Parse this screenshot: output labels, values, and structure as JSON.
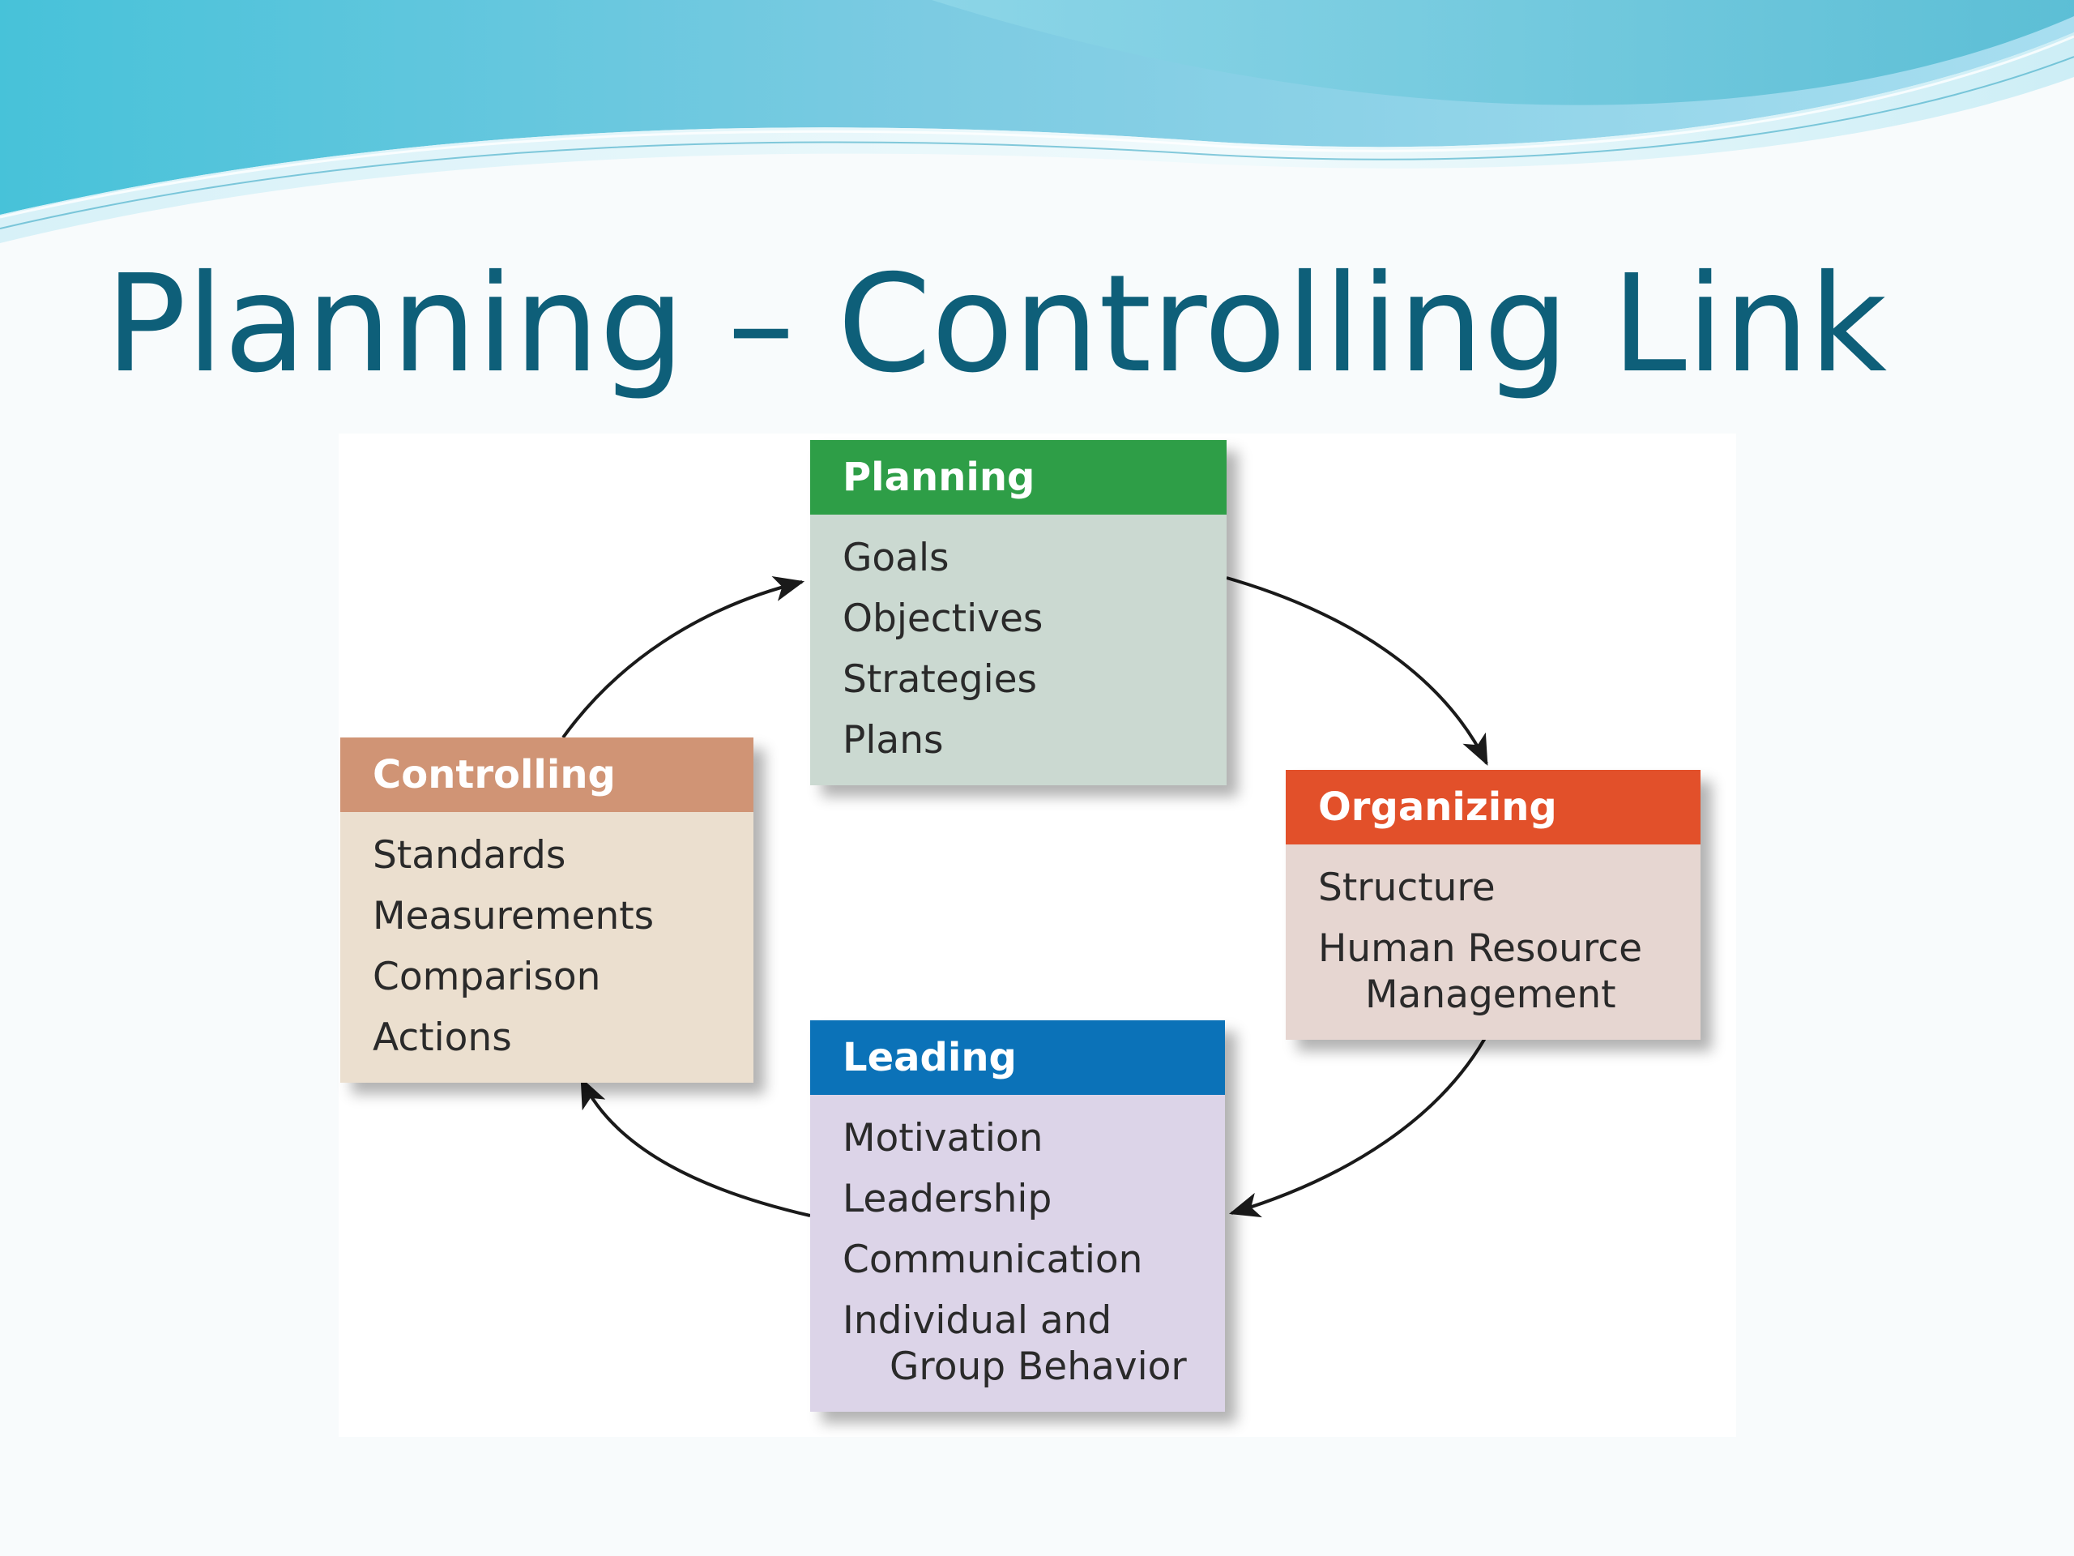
{
  "slide": {
    "title": "Planning – Controlling Link"
  },
  "diagram": {
    "planning": {
      "title": "Planning",
      "items": [
        "Goals",
        "Objectives",
        "Strategies",
        "Plans"
      ],
      "header_color": "#2e9e47",
      "body_color": "#cbd9d1"
    },
    "organizing": {
      "title": "Organizing",
      "items": [
        "Structure",
        "Human Resource",
        "Management"
      ],
      "header_color": "#e2502a",
      "body_color": "#e6d6d1"
    },
    "leading": {
      "title": "Leading",
      "items": [
        "Motivation",
        "Leadership",
        "Communication",
        "Individual and",
        "Group Behavior"
      ],
      "header_color": "#0b72b8",
      "body_color": "#dcd4e8"
    },
    "controlling": {
      "title": "Controlling",
      "items": [
        "Standards",
        "Measurements",
        "Comparison",
        "Actions"
      ],
      "header_color": "#d09475",
      "body_color": "#ebdfcf"
    },
    "cycle_order": [
      "Planning",
      "Organizing",
      "Leading",
      "Controlling"
    ]
  },
  "theme": {
    "title_color": "#0e5f79",
    "wave_colors": [
      "#5fc6dc",
      "#8fd3e6",
      "#3fb0c9"
    ]
  }
}
